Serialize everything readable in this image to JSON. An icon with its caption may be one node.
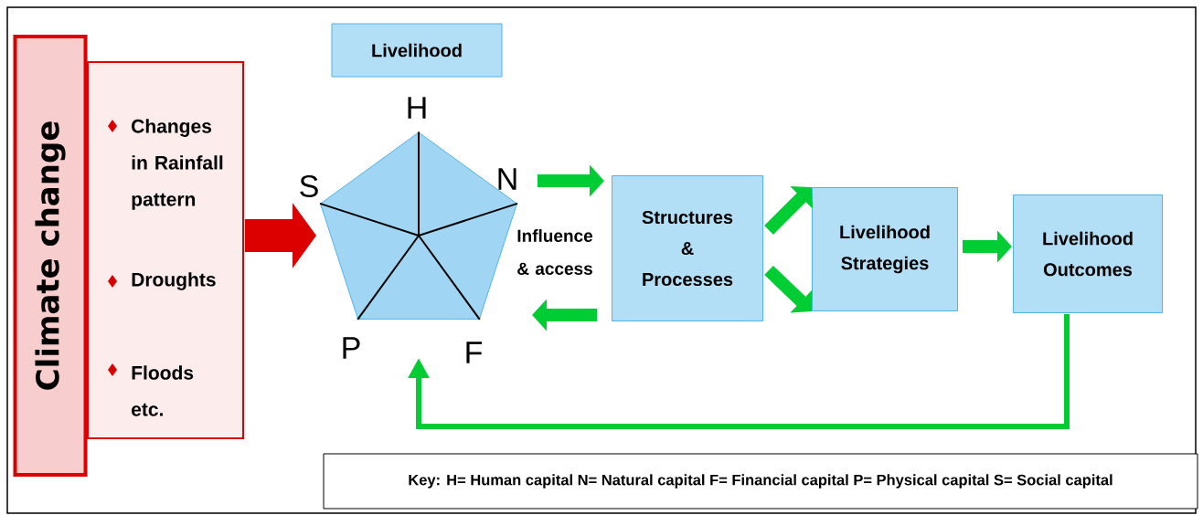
{
  "diagram": {
    "nodes": [
      {
        "text": [
          "Climate change"
        ]
      },
      {
        "text": [
          "Changes in Rainfall pattern",
          "Droughts",
          "Floods etc."
        ]
      },
      {
        "text": [
          "Livelihood"
        ]
      },
      {
        "text": [],
        "shape": "pentagon",
        "beside": [
          "H",
          "N",
          "F",
          "P",
          "S"
        ]
      },
      {
        "text": [
          "Structures & Processes"
        ]
      },
      {
        "text": [
          "Livelihood Strategies"
        ]
      },
      {
        "text": [
          "Livelihood Outcomes"
        ]
      },
      {
        "text": [
          "Key:  H= Human capital  N= Natural capital  F= Financial capital  P= Physical capital  S= Social capital"
        ]
      }
    ],
    "edges": [
      {
        "from": 1,
        "to": 3,
        "arrow": "to",
        "style": "thick",
        "color": "#dd0000"
      },
      {
        "from": 3,
        "to": 4,
        "arrow": "to"
      },
      {
        "from": 4,
        "to": 3,
        "arrow": "to"
      },
      {
        "from": 4,
        "to": 5,
        "arrow": "to"
      },
      {
        "from": 4,
        "to": 5,
        "arrow": "to"
      },
      {
        "from": 5,
        "to": 6,
        "arrow": "to"
      },
      {
        "from": 6,
        "to": 3,
        "arrow": "to"
      }
    ],
    "labels": [
      "Influence & access"
    ]
  }
}
